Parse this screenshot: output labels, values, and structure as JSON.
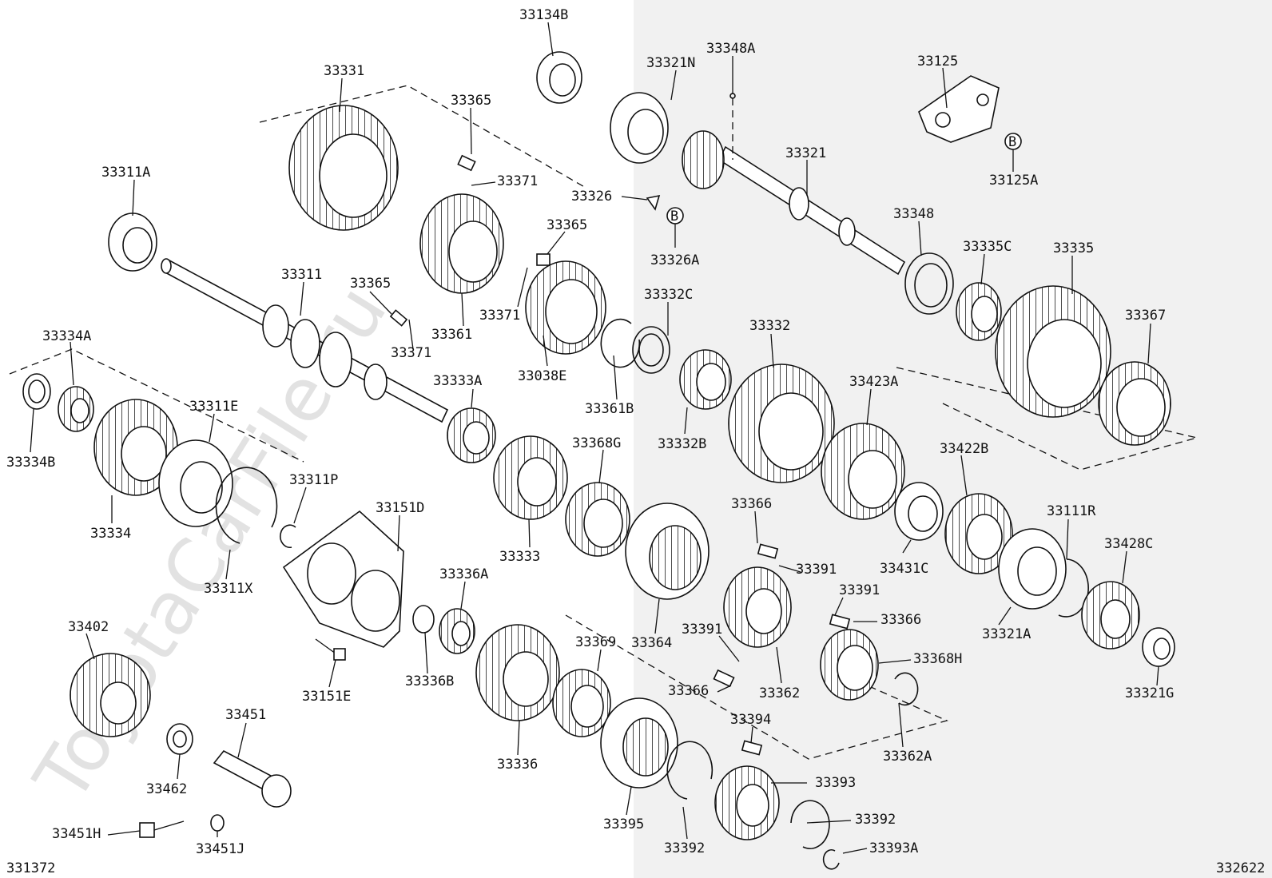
{
  "diagram": {
    "watermark": "ToyotaCarFile.ru",
    "corner_left": "331372",
    "corner_right": "332622",
    "callout_letter": "B",
    "part_numbers": {
      "p33134B": "33134B",
      "p33348A": "33348A",
      "p33331": "33331",
      "p33321N": "33321N",
      "p33125": "33125",
      "p33365a": "33365",
      "p33371a": "33371",
      "p33326": "33326",
      "p33125A": "33125A",
      "p33311A": "33311A",
      "p33321": "33321",
      "p33365b": "33365",
      "p33326A": "33326A",
      "p33348": "33348",
      "p33311": "33311",
      "p33365c": "33365",
      "p33335C": "33335C",
      "p33335": "33335",
      "p33371b": "33371",
      "p33332C": "33332C",
      "p33361": "33361",
      "p33371c": "33371",
      "p33334A": "33334A",
      "p33332": "33332",
      "p33367": "33367",
      "p33038E": "33038E",
      "p33333A": "33333A",
      "p33423A": "33423A",
      "p33311E": "33311E",
      "p33361B": "33361B",
      "p33332B": "33332B",
      "p33368G": "33368G",
      "p33334B": "33334B",
      "p33422B": "33422B",
      "p33311P": "33311P",
      "p33366a": "33366",
      "p33111R": "33111R",
      "p33151D": "33151D",
      "p33334": "33334",
      "p33333": "33333",
      "p33391a": "33391",
      "p33431C": "33431C",
      "p33428C": "33428C",
      "p33336A": "33336A",
      "p33311X": "33311X",
      "p33391b": "33391",
      "p33366b": "33366",
      "p33321A": "33321A",
      "p33402": "33402",
      "p33391c": "33391",
      "p33369": "33369",
      "p33364": "33364",
      "p33368H": "33368H",
      "p33366c": "33366",
      "p33362": "33362",
      "p33321G": "33321G",
      "p33336B": "33336B",
      "p33151E": "33151E",
      "p33451": "33451",
      "p33394": "33394",
      "p33362A": "33362A",
      "p33336": "33336",
      "p33393": "33393",
      "p33462": "33462",
      "p33392a": "33392",
      "p33451H": "33451H",
      "p33395": "33395",
      "p33451J": "33451J",
      "p33392b": "33392",
      "p33393A": "33393A"
    }
  }
}
